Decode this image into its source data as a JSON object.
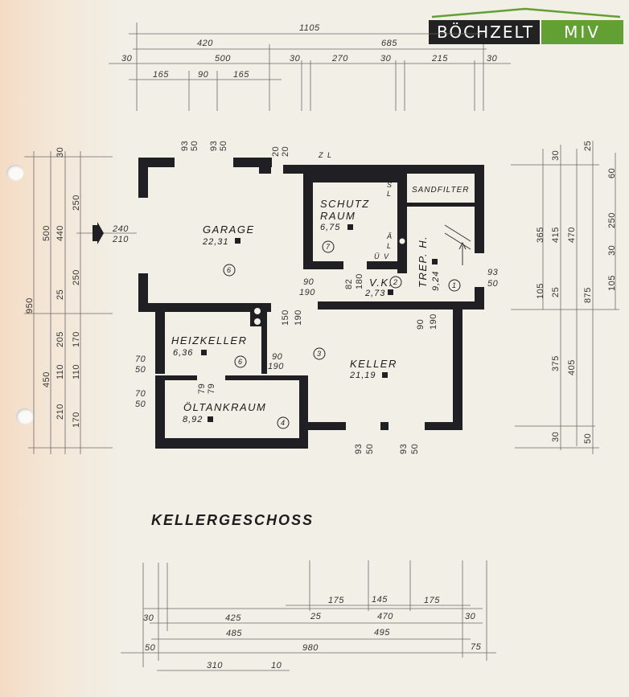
{
  "logo": {
    "brand": "BÖCHZELT",
    "suffix": "MIV",
    "dark": "#222222",
    "green": "#62a033"
  },
  "title": "KELLERGESCHOSS",
  "rooms": {
    "garage": {
      "name": "GARAGE",
      "area": "22,31",
      "num": "6"
    },
    "schutzraum": {
      "name1": "SCHUTZ",
      "name2": "RAUM",
      "area": "6,75",
      "num": "7"
    },
    "sandfilter": {
      "name": "SANDFILTER"
    },
    "treppenhaus": {
      "name": "TREP. H.",
      "area": "9,24",
      "num": "1"
    },
    "vk": {
      "name": "V.K.",
      "area": "2,73",
      "num": "2"
    },
    "heizkeller": {
      "name": "HEIZKELLER",
      "area": "6,36",
      "num": "6"
    },
    "keller": {
      "name": "KELLER",
      "area": "21,19",
      "num": "3"
    },
    "oeltankraum": {
      "name": "ÖLTANKRAUM",
      "area": "8,92",
      "num": "4"
    }
  },
  "dims": {
    "top": [
      "1105",
      "420",
      "685",
      "30",
      "500",
      "30",
      "270",
      "30",
      "215",
      "30",
      "165",
      "90",
      "165"
    ],
    "left": [
      "30",
      "250",
      "500",
      "440",
      "250",
      "950",
      "25",
      "205",
      "170",
      "110",
      "110",
      "450",
      "210",
      "170"
    ],
    "right": [
      "30",
      "25",
      "60",
      "365",
      "415",
      "470",
      "250",
      "30",
      "105",
      "25",
      "875",
      "105",
      "375",
      "405",
      "30",
      "50"
    ],
    "bottom": [
      "175",
      "145",
      "175",
      "30",
      "425",
      "25",
      "470",
      "30",
      "485",
      "495",
      "50",
      "980",
      "75",
      "310",
      "10"
    ],
    "entry": [
      "240",
      "210"
    ],
    "interior": {
      "garage_win": [
        "93",
        "50",
        "93",
        "50"
      ],
      "wall": [
        "20",
        "20"
      ],
      "zl": [
        "Z",
        "L"
      ],
      "sl": [
        "S",
        "L"
      ],
      "al": [
        "Ä",
        "L"
      ],
      "uv": [
        "Ü",
        "V"
      ],
      "door_garage": [
        "90",
        "190"
      ],
      "door_vk": [
        "82",
        "180"
      ],
      "door_heiz_top": [
        "150",
        "190"
      ],
      "door_keller": [
        "90",
        "190"
      ],
      "door_heiz": [
        "90",
        "190"
      ],
      "win_heiz": [
        "70",
        "50"
      ],
      "win_oel": [
        "70",
        "50"
      ],
      "door_oel": [
        "79",
        "79"
      ],
      "win_keller": [
        "93",
        "50",
        "93",
        "50"
      ],
      "win_trep": [
        "93",
        "50"
      ]
    }
  }
}
